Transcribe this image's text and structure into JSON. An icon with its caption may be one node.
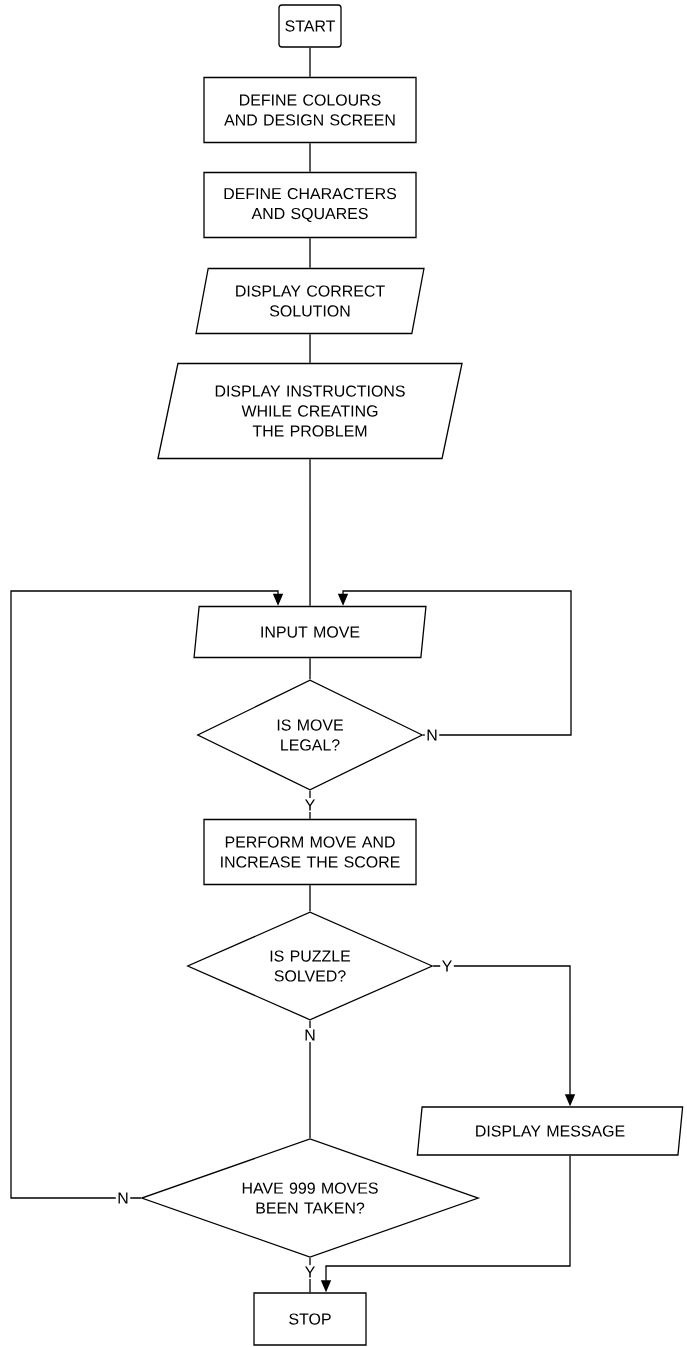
{
  "diagram": {
    "nodes": [
      {
        "text": [
          "START"
        ]
      },
      {
        "text": [
          "DEFINE COLOURS AND DESIGN SCREEN"
        ]
      },
      {
        "text": [
          "DEFINE CHARACTERS AND SQUARES"
        ]
      },
      {
        "text": [
          "DISPLAY CORRECT SOLUTION"
        ]
      },
      {
        "text": [
          "DISPLAY INSTRUCTIONS WHILE CREATING THE PROBLEM"
        ]
      },
      {
        "text": [
          "INPUT MOVE"
        ]
      },
      {
        "text": [
          "IS MOVE LEGAL?"
        ]
      },
      {
        "text": [
          "PERFORM MOVE AND INCREASE THE SCORE"
        ]
      },
      {
        "text": [
          "IS PUZZLE SOLVED?"
        ]
      },
      {
        "text": [
          "DISPLAY MESSAGE"
        ]
      },
      {
        "text": [
          "HAVE 999 MOVES BEEN TAKEN?"
        ]
      },
      {
        "text": [
          "STOP"
        ]
      }
    ],
    "edges": [
      {
        "from": 0,
        "to": 1,
        "arrow": "none"
      },
      {
        "from": 1,
        "to": 2,
        "arrow": "none"
      },
      {
        "from": 2,
        "to": 3,
        "arrow": "none"
      },
      {
        "from": 3,
        "to": 4,
        "arrow": "none"
      },
      {
        "from": 4,
        "to": 5,
        "arrow": "none"
      },
      {
        "from": 5,
        "to": 6,
        "arrow": "none"
      },
      {
        "from": 6,
        "to": 5,
        "arrow": "to",
        "label": "N"
      },
      {
        "from": 6,
        "to": 7,
        "arrow": "none",
        "label": "Y"
      },
      {
        "from": 7,
        "to": 8,
        "arrow": "none"
      },
      {
        "from": 8,
        "to": 9,
        "arrow": "to",
        "label": "Y"
      },
      {
        "from": 8,
        "to": 10,
        "arrow": "none",
        "label": "N"
      },
      {
        "from": 10,
        "to": 5,
        "arrow": "to",
        "label": "N"
      },
      {
        "from": 10,
        "to": 11,
        "arrow": "none",
        "label": "Y"
      },
      {
        "from": 9,
        "to": 11,
        "arrow": "to"
      }
    ]
  }
}
